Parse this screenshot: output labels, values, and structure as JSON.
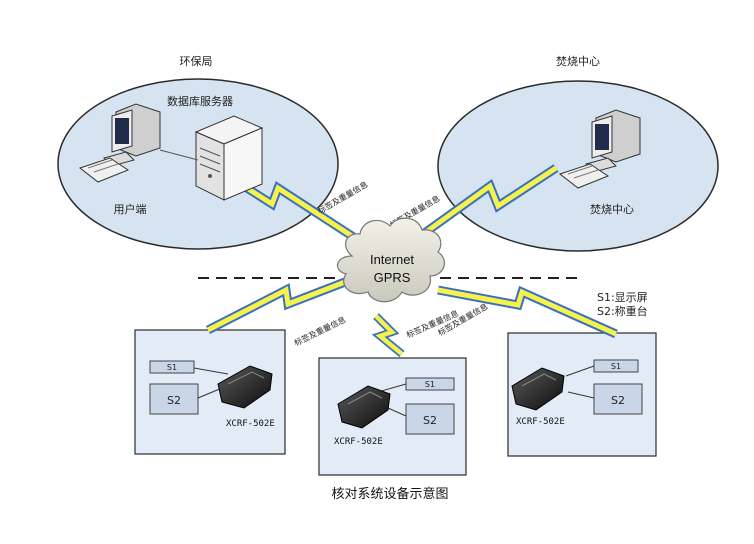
{
  "zones": {
    "epb": {
      "title": "环保局",
      "server_label": "数据库服务器",
      "client_label": "用户端"
    },
    "incinerator": {
      "title": "焚烧中心",
      "pc_label": "焚烧中心"
    }
  },
  "cloud": {
    "line1": "Internet",
    "line2": "GPRS"
  },
  "link_label": "标签及重量信息",
  "legend": {
    "s1": "S1:显示屏",
    "s2": "S2:称重台"
  },
  "stations": {
    "left": {
      "s1": "S1",
      "s2": "S2",
      "model": "XCRF-502E"
    },
    "middle": {
      "s1": "S1",
      "s2": "S2",
      "model": "XCRF-502E"
    },
    "right": {
      "s1": "S1",
      "s2": "S2",
      "model": "XCRF-502E"
    }
  },
  "caption": "核对系统设备示意图",
  "colors": {
    "zone_fill": "#d6e4f2",
    "station_fill": "#e3ecf6",
    "bolt_yellow": "#f6f24a",
    "link_blue": "#3a6fc4"
  }
}
